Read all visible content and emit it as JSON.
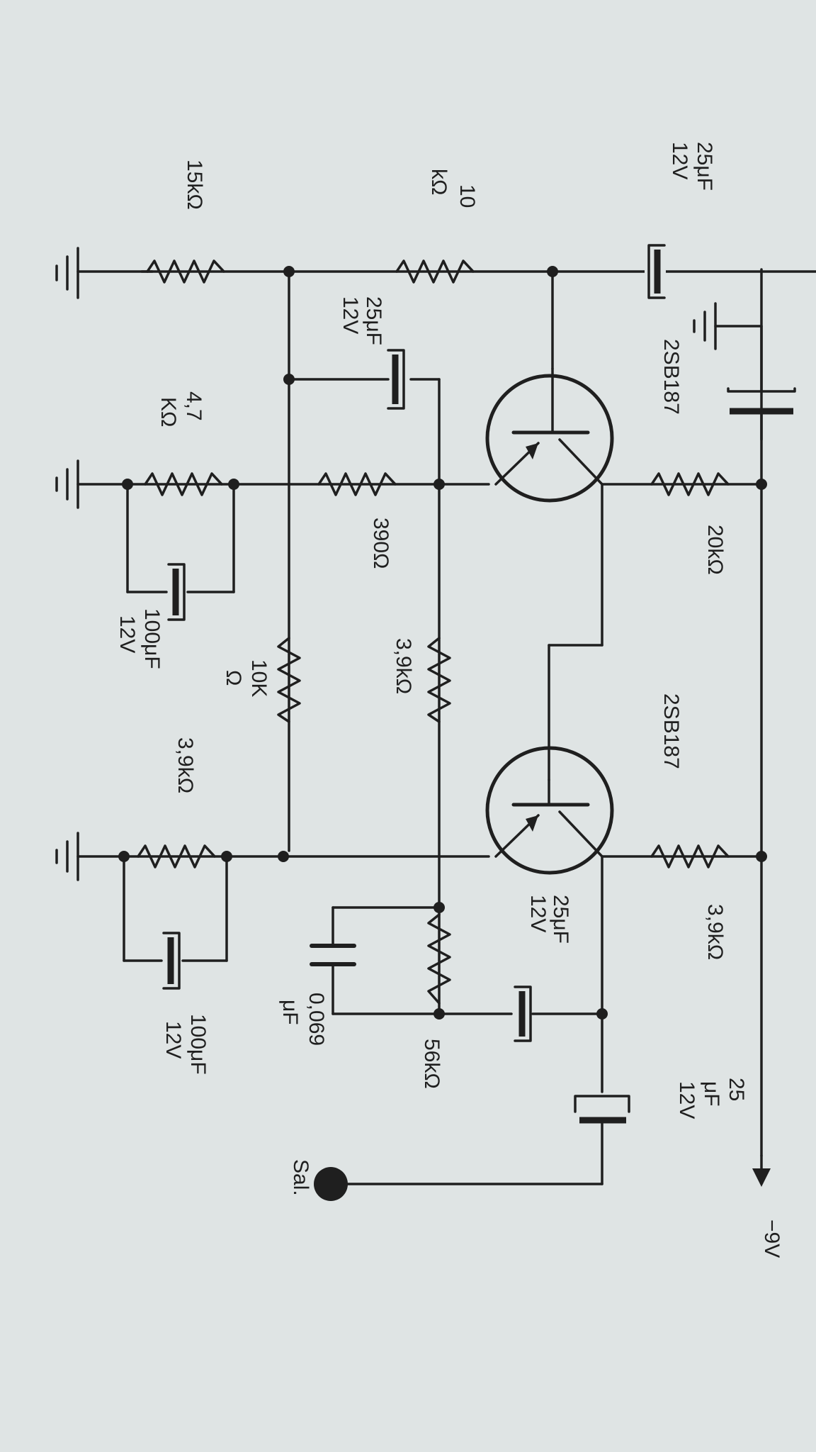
{
  "labels": {
    "c_top_value": "25μF",
    "c_top_voltage": "12V",
    "r_15k": "15kΩ",
    "r_10k_value": "10",
    "r_10k_unit": "kΩ",
    "c_mid_value": "25μF",
    "c_mid_voltage": "12V",
    "q1": "2SB187",
    "r_47_value": "4,7",
    "r_47_unit": "KΩ",
    "r_390": "390Ω",
    "r_20k": "20kΩ",
    "c_100a_value": "100μF",
    "c_100a_voltage": "12V",
    "r_10k2_value": "10K",
    "r_10k2_unit": "Ω",
    "r_39k_a": "3,9kΩ",
    "q2": "2SB187",
    "r_39k_b": "3,9kΩ",
    "c_25b_value": "25μF",
    "c_25b_voltage": "12V",
    "r_39k_c": "3,9kΩ",
    "c_0069_value": "0,069",
    "c_0069_unit": "μF",
    "r_56k": "56kΩ",
    "c_100b_value": "100μF",
    "c_100b_voltage": "12V",
    "c_25c_value": "25",
    "c_25c_unit": "μF",
    "c_25c_voltage": "12V",
    "output": "Sal.",
    "supply": "−9V"
  }
}
